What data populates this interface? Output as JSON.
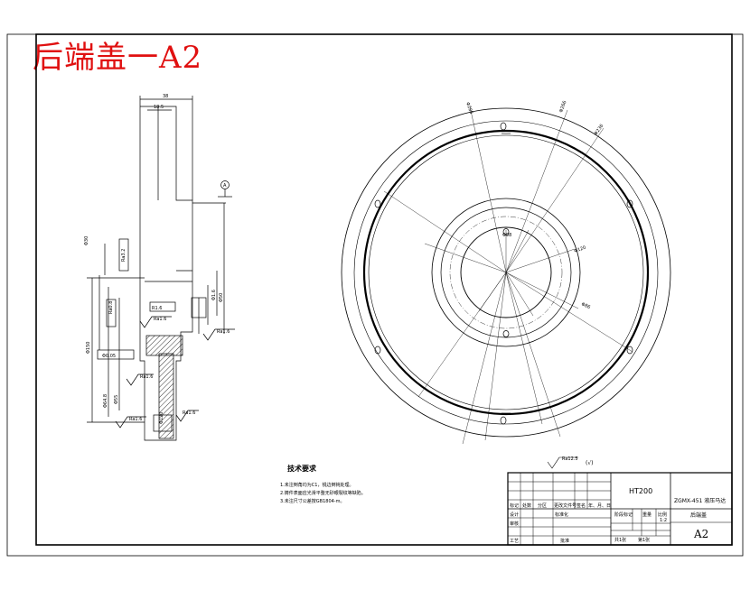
{
  "title": "后端盖一A2",
  "colors": {
    "title": "#e01010",
    "line": "#000000"
  },
  "side_view": {
    "dims": [
      "38",
      "18.5",
      "Φ150",
      "Φ30",
      "Φ64.8",
      "Φ55",
      "Φ50",
      "Φ1.6",
      "Φ120",
      "Φ0.05",
      "R1.6"
    ],
    "datum_label": "A",
    "callouts": [
      "Ra1.6",
      "Ra1.6",
      "Ra1.6",
      "Ra1.6",
      "Ra1.6",
      "Ra0.8",
      "Ra3.2"
    ]
  },
  "front_view": {
    "radial_labels": [
      "Φ288",
      "Φ266",
      "Φ236",
      "Φ120",
      "Φ86",
      "Φ98"
    ]
  },
  "tech_req": {
    "heading": "技术要求",
    "lines": [
      "1.未注倒角均为C1，锐边倒钝处理。",
      "2.铸件表面应光滑平整无砂眼裂纹等缺陷。",
      "3.未注尺寸公差按GB1804-m。"
    ]
  },
  "roughness_note": {
    "value": "Ra12.5",
    "paren": "(√)"
  },
  "title_block": {
    "material": "HT200",
    "drawing_no": "ZGMX-451 液压马达",
    "part_name": "后端盖",
    "size": "A2",
    "scale": "1:2",
    "header_cells": [
      "标记",
      "处数",
      "分区",
      "更改文件号",
      "签名",
      "年、月、日"
    ],
    "left_rows": [
      "设计",
      "审核",
      "工艺"
    ],
    "std_label": "标准化",
    "stage_labels": [
      "阶段标记",
      "重量",
      "比例"
    ],
    "sheet_labels": [
      "共1张",
      "第1张"
    ],
    "approve": "批准"
  }
}
